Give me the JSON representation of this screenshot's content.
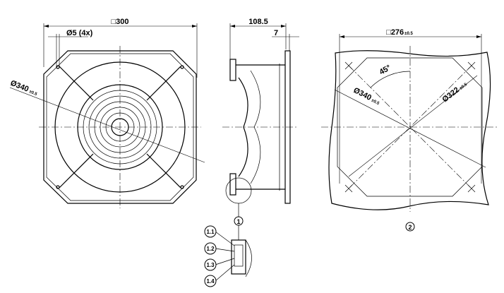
{
  "front_view": {
    "width_label": "□300",
    "hole_label": "Ø5 (4x)",
    "diameter_label": "Ø340",
    "diameter_tol": "±0.5"
  },
  "side_view": {
    "depth_label": "108.5",
    "flange_label": "7"
  },
  "mounting_view": {
    "square_label": "□276",
    "square_tol": "±0.5",
    "angle_label": "45°",
    "outer_diameter_label": "Ø340",
    "outer_diameter_tol": "±0.5",
    "inner_diameter_label": "Ø322",
    "inner_diameter_tol": "±0.5",
    "callout": "2"
  },
  "connector_detail": {
    "callout": "1",
    "pins": [
      "1.1",
      "1.2",
      "1.3",
      "1.4"
    ]
  }
}
